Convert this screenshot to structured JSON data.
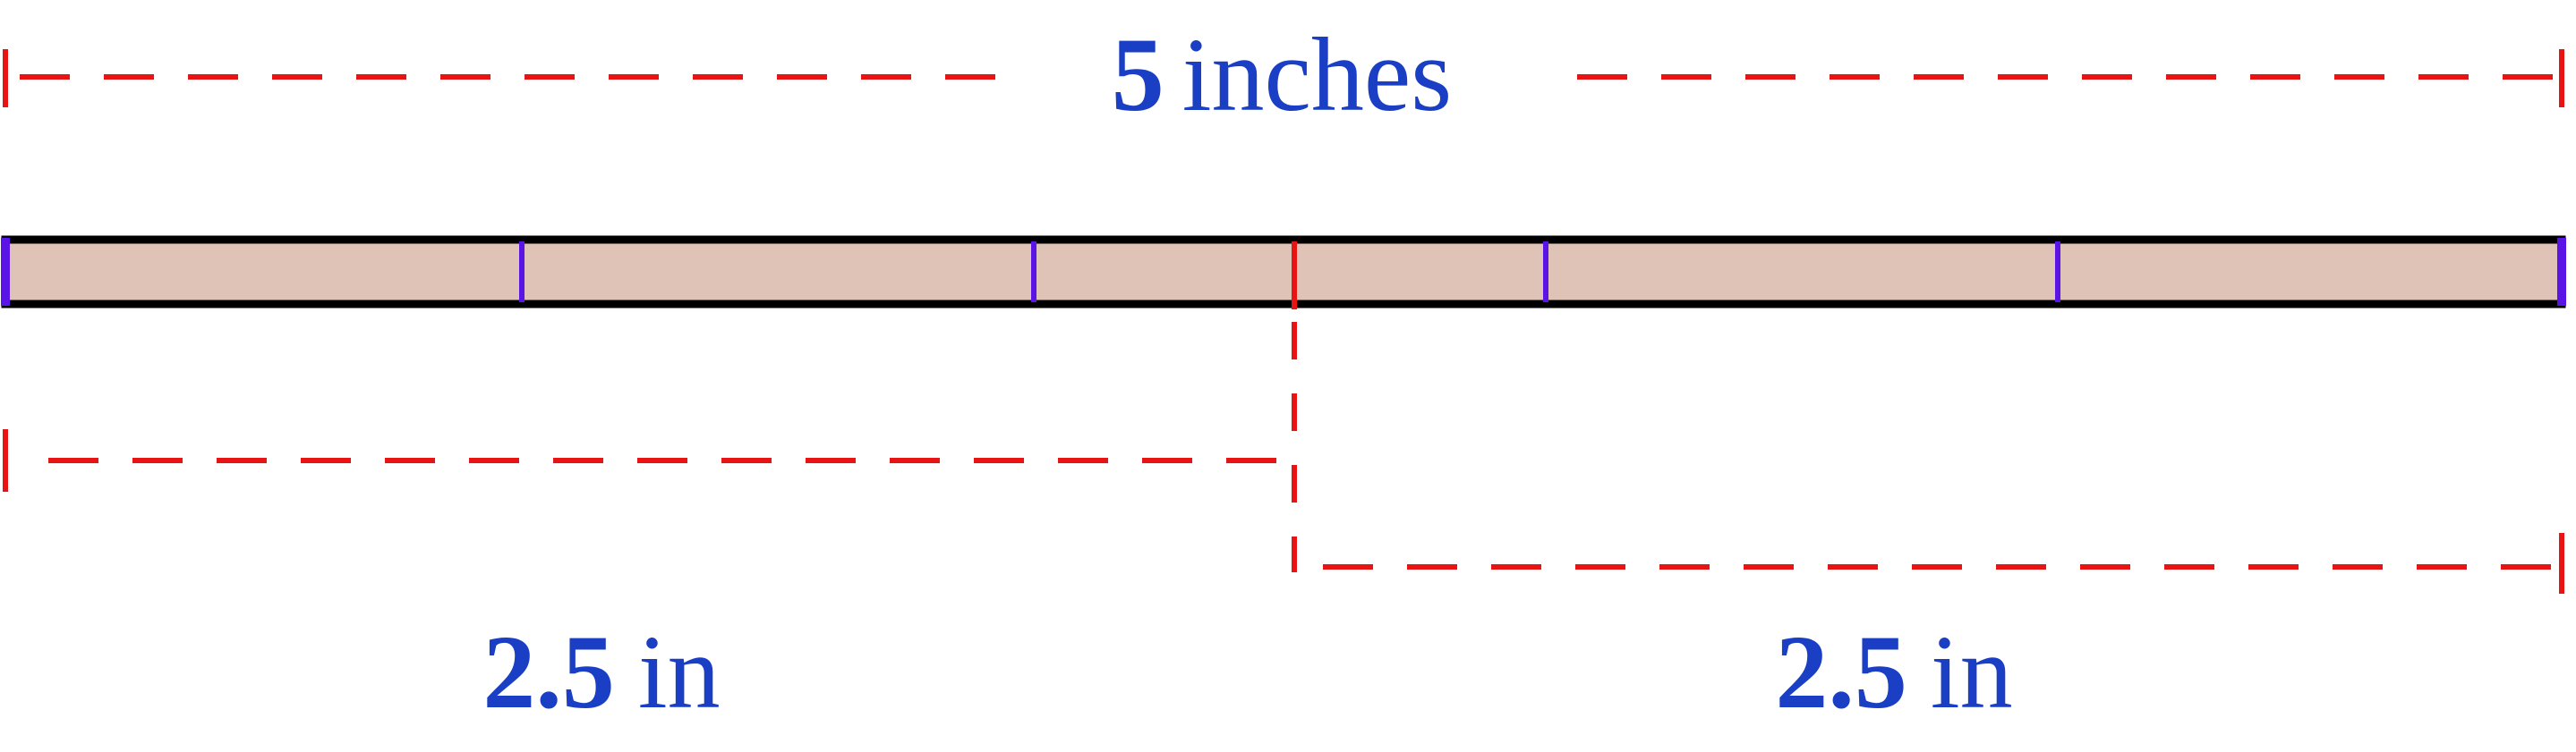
{
  "total_label": {
    "number": "5",
    "unit": "inches"
  },
  "left_label": {
    "number": "2.5",
    "unit": "in"
  },
  "right_label": {
    "number": "2.5",
    "unit": "in"
  },
  "bar": {
    "divisions": 5,
    "fill_color": "#dfc3b6",
    "outline_color": "#000000",
    "tick_color": "#5a14e6"
  },
  "midpoint_marker_color": "#e81414",
  "measure_line_color": "#e81414",
  "label_color": "#1a3fc4"
}
